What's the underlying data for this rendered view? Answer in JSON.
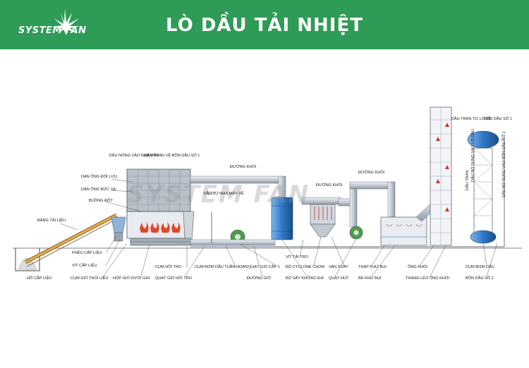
{
  "header": {
    "title": "LÒ DẦU TẢI NHIỆT",
    "logo_text": "SYSTEM FAN",
    "background_color": "#2e9b57"
  },
  "watermark": "SYSTEM FAN",
  "labels": {
    "dau_nong_vao_nha_may": "DẦU NÓNG VÀO NHÀ MÁY",
    "dau_tran_ve_bon_dau_so1": "DẦU TRÀN VỀ BỒN DẦU SỐ 1",
    "dan_ong_doi_luu": "DÀN ỐNG ĐỐI LƯU",
    "dan_ong_buc_xa": "DÀN ỐNG BỨC XẠ",
    "buong_dot": "BUỒNG ĐỐT",
    "bang_tai_lieu": "BĂNG TẢI LIỆU",
    "pheu_cap_lieu": "PHỄU CẤP LIỆU",
    "vit_cap_lieu": "VÍT CẤP LIỆU",
    "cum_gio_thoi_lieu": "CỤM GIÓ THỔI LIỆU",
    "ho_cap_lieu": "HỐ CẤP LIỆU",
    "hop_gio_duoi_ghi": "HỘP GIÓ DƯỚI GHI",
    "cum_hoi_tro": "CỤM HỒI TRO",
    "quat_gio_hoi_tro": "QUẠT GIÓ HỒI TRO",
    "cum_bom_dau_tuan_hoan": "CỤM BƠM DẦU TUẦN HOÀN",
    "duong_gio": "ĐƯỜNG GIÓ",
    "quat_gio_cap1": "QUẠT GIÓ CẤP 1",
    "vit_tai_tro": "VÍT TẢI TRO",
    "bo_cyclone_chum": "BỘ CYCLONE CHÙM",
    "bo_say_khong_khi": "BỘ SẤY KHÔNG KHÍ",
    "van_xoay": "VAN XOAY",
    "quat_hut": "QUẠT HÚT",
    "thap_khu_bui": "THÁP KHỬ BỤI",
    "be_khu_bui": "BỂ KHỬ BỤI",
    "ong_khoi": "ỐNG KHÓI",
    "thang_leo_ong_khoi": "THANG LEO ỐNG KHÓI",
    "cum_bom_dau": "CỤM BƠM DẦU",
    "bon_dau_so2": "BỒN DẦU SỐ 2",
    "duong_khoi_1": "ĐƯỜNG KHÓI",
    "duong_khoi_2": "ĐƯỜNG KHÓI",
    "duong_khoi_3": "ĐƯỜNG KHÓI",
    "dau_tu_nha_may_ve": "DẦU TỪ NHÀ MÁY VỀ",
    "dau_tran_tu_lo_ve": "DẦU TRÀN TỪ LÒ VỀ",
    "bon_dau_so1": "BỒN DẦU SỐ 1",
    "dau_bo_sung_vao_lo_dau": "DẦU BỔ SUNG VÀO LÒ DẦU",
    "dau_tran": "DẦU TRÀN",
    "dau_bo_sung_vao_bon_dau_so1": "DẦU BỔ SUNG VÀO BỒN DẦU SỐ 1"
  },
  "colors": {
    "pipe": "#c8cdd4",
    "pipe_edge": "#6d7784",
    "tank_blue": "#2f78c8",
    "flame": "#e0472a",
    "conveyor": "#d89a3a",
    "arrow": "#c0392b",
    "grid": "#8a96a6"
  }
}
